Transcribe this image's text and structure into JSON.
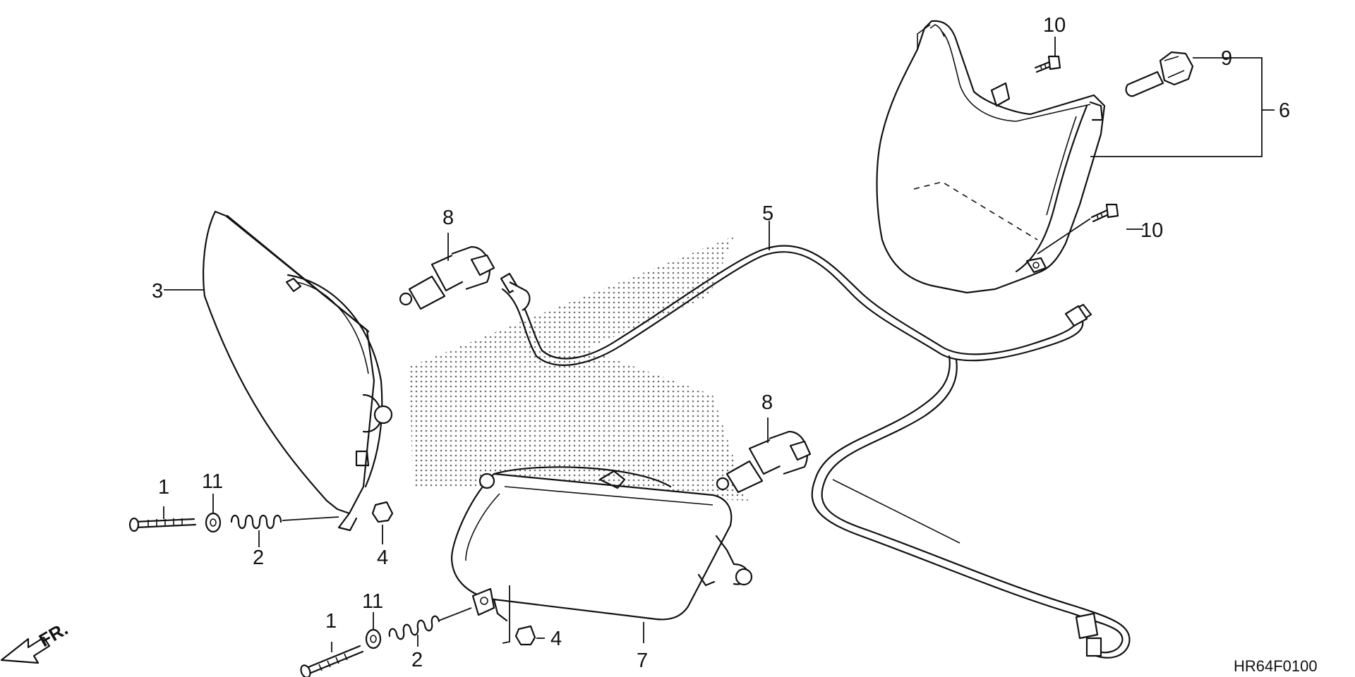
{
  "diagram_code": "HR64F0100",
  "direction_label": "FR.",
  "callouts": {
    "c1_upper": "1",
    "c1_lower": "1",
    "c2_upper": "2",
    "c2_lower": "2",
    "c3": "3",
    "c4_upper": "4",
    "c4_lower": "4",
    "c5": "5",
    "c6": "6",
    "c7": "7",
    "c8_upper": "8",
    "c8_lower": "8",
    "c9": "9",
    "c10_upper": "10",
    "c10_lower": "10",
    "c11_upper": "11",
    "c11_lower": "11"
  },
  "icons": [
    "front-direction-arrow-icon"
  ]
}
